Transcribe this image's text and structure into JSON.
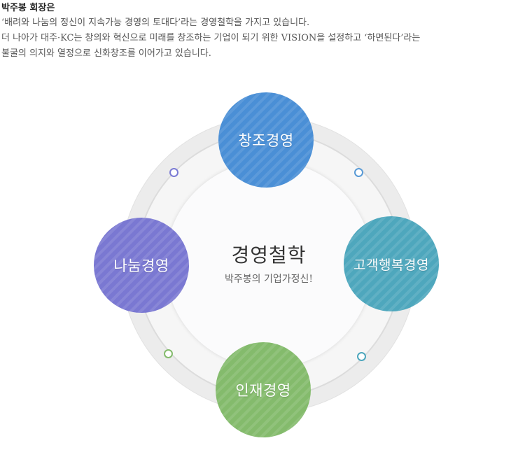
{
  "intro": {
    "name": "박주봉 회장은",
    "line1": "‘배려와 나눔의 정신이 지속가능 경영의 토대다’라는 경영철학을 가지고 있습니다.",
    "line2": "더 나아가 대주·KC는 창의와 혁신으로 미래를 창조하는 기업이 되기 위한 VISION을 설정하고 ‘하면된다’라는",
    "line3": "불굴의 의지와 열정으로 신화창조를 이어가고 있습니다."
  },
  "center": {
    "title": "경영철학",
    "subtitle": "박주봉의 기업가정신!"
  },
  "nodes": {
    "top": {
      "label": "창조경영",
      "color": "#4a8fd6"
    },
    "right": {
      "label": "고객행복경영",
      "color": "#4ea7bd"
    },
    "bottom": {
      "label": "인재경영",
      "color": "#84bb6c"
    },
    "left": {
      "label": "나눔경영",
      "color": "#7a78d2"
    }
  },
  "colors": {
    "dot_top_left": "#7b7bd4",
    "dot_top_right": "#5a9bd6",
    "dot_bottom_right": "#4ea7bd",
    "dot_bottom_left": "#84bb6c"
  }
}
